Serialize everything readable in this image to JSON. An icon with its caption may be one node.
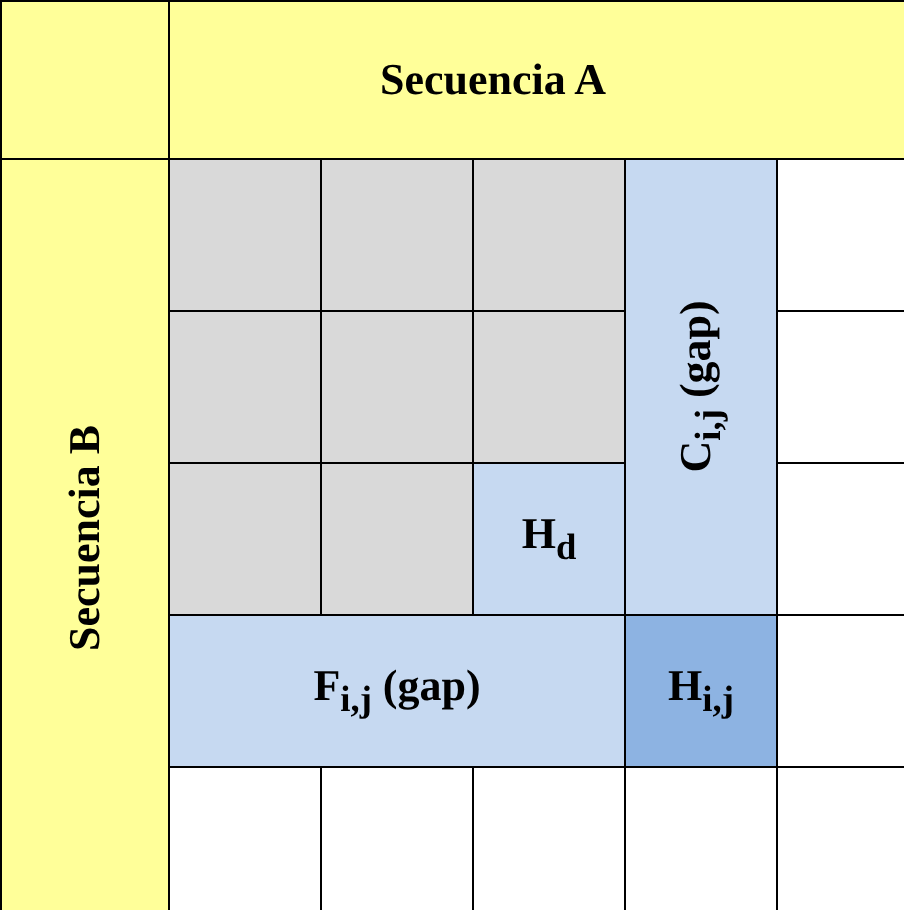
{
  "diagram": {
    "nodes": [
      {
        "text": [
          "Secuencia A"
        ]
      },
      {
        "text": [
          "Secuencia B"
        ]
      },
      {
        "text": [
          "H$_{d}$"
        ]
      },
      {
        "text": [
          "C$_{i,j}$ (gap)"
        ]
      },
      {
        "text": [
          "F$_{i,j}$ (gap)"
        ]
      },
      {
        "text": [
          "H$_{i,j}$"
        ]
      }
    ],
    "edges": []
  }
}
